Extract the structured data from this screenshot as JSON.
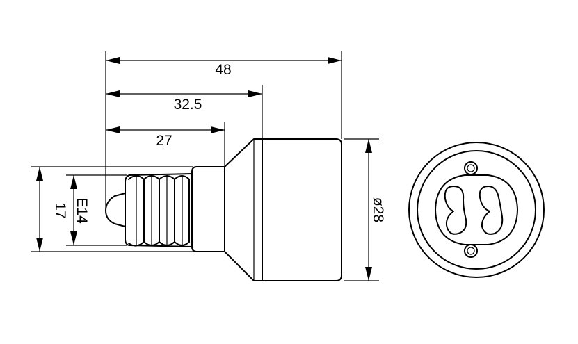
{
  "dimensions": {
    "overall_length": "48",
    "length_to_body": "32.5",
    "length_to_neck": "27",
    "body_diameter": "ø28",
    "thread_height": "17",
    "thread_type": "E14"
  }
}
